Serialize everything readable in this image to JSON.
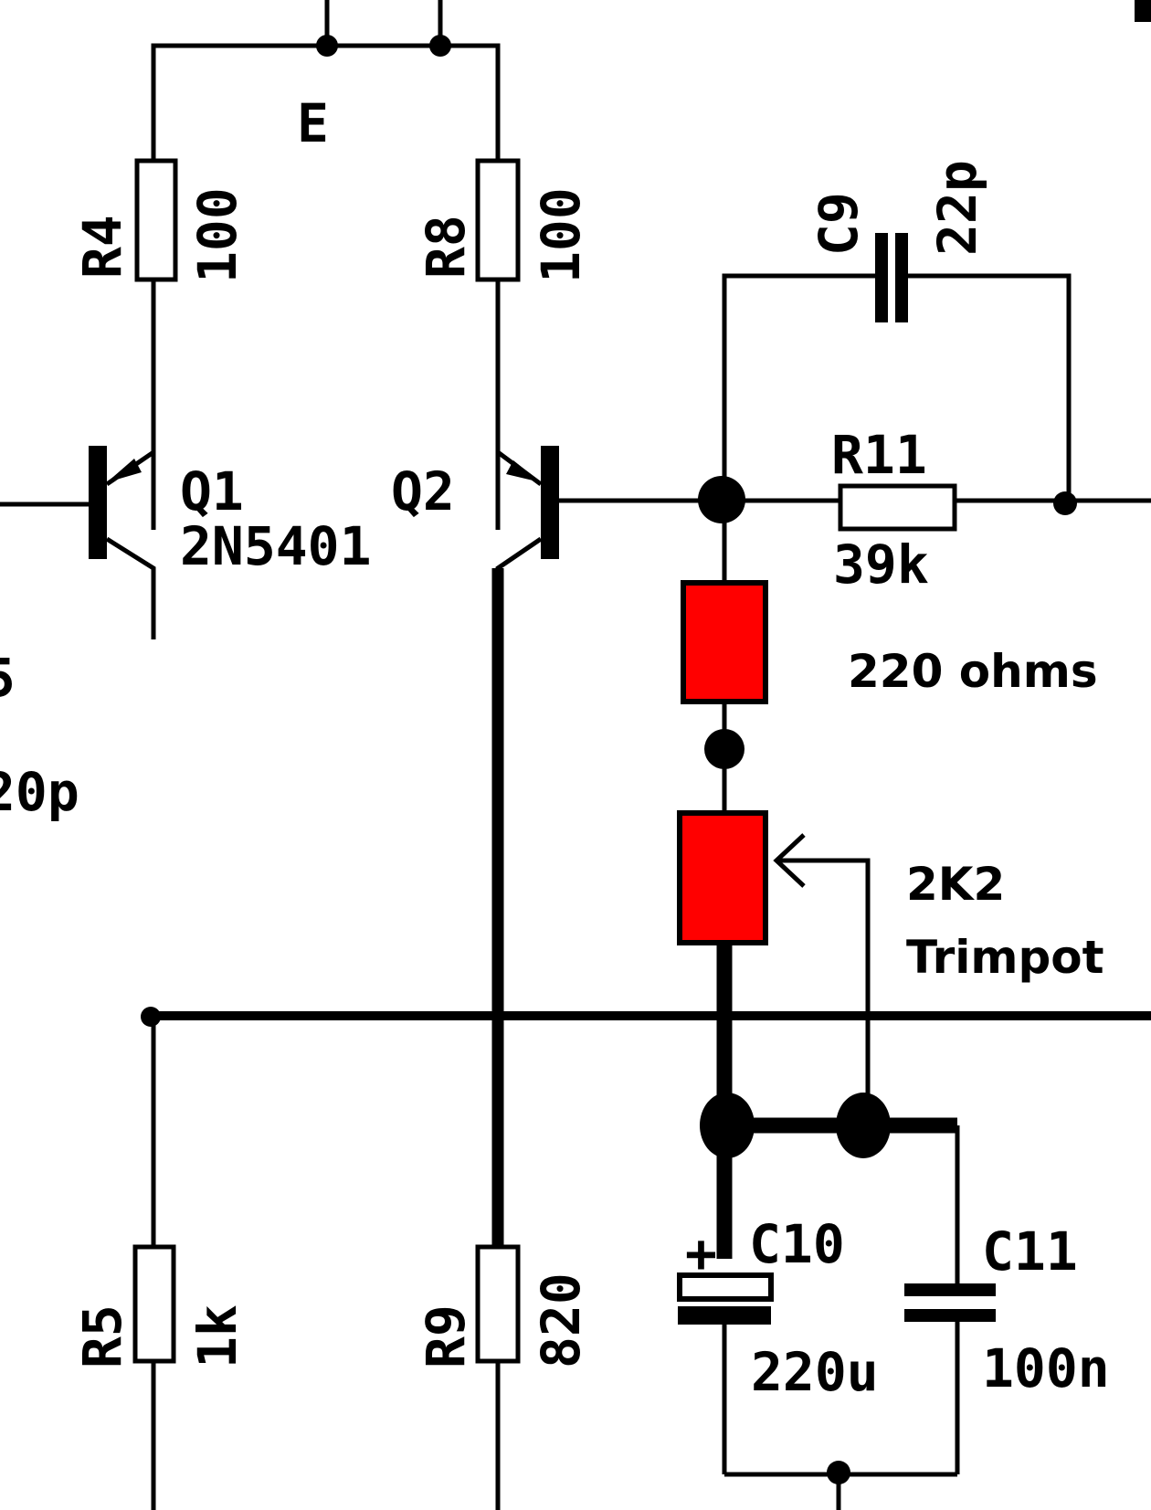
{
  "colors": {
    "wire": "#000000",
    "highlight": "#ff0000",
    "background": "#ffffff"
  },
  "labels": {
    "net_e": "E",
    "r4_ref": "R4",
    "r4_val": "100",
    "r8_ref": "R8",
    "r8_val": "100",
    "c9_ref": "C9",
    "c9_val": "22p",
    "q1_ref": "Q1",
    "q1_part": "2N5401",
    "q2_ref": "Q2",
    "r11_ref": "R11",
    "r11_val": "39k",
    "left_partial_1": "5",
    "left_partial_2": "20p",
    "r5_ref": "R5",
    "r5_val": "1k",
    "r9_ref": "R9",
    "r9_val": "820",
    "c10_ref": "C10",
    "c10_val": "220u",
    "c10_plus": "+",
    "c11_ref": "C11",
    "c11_val": "100n"
  },
  "annotations": {
    "fixed_resistor": "220 ohms",
    "trimpot_value": "2K2",
    "trimpot_label": "Trimpot"
  }
}
